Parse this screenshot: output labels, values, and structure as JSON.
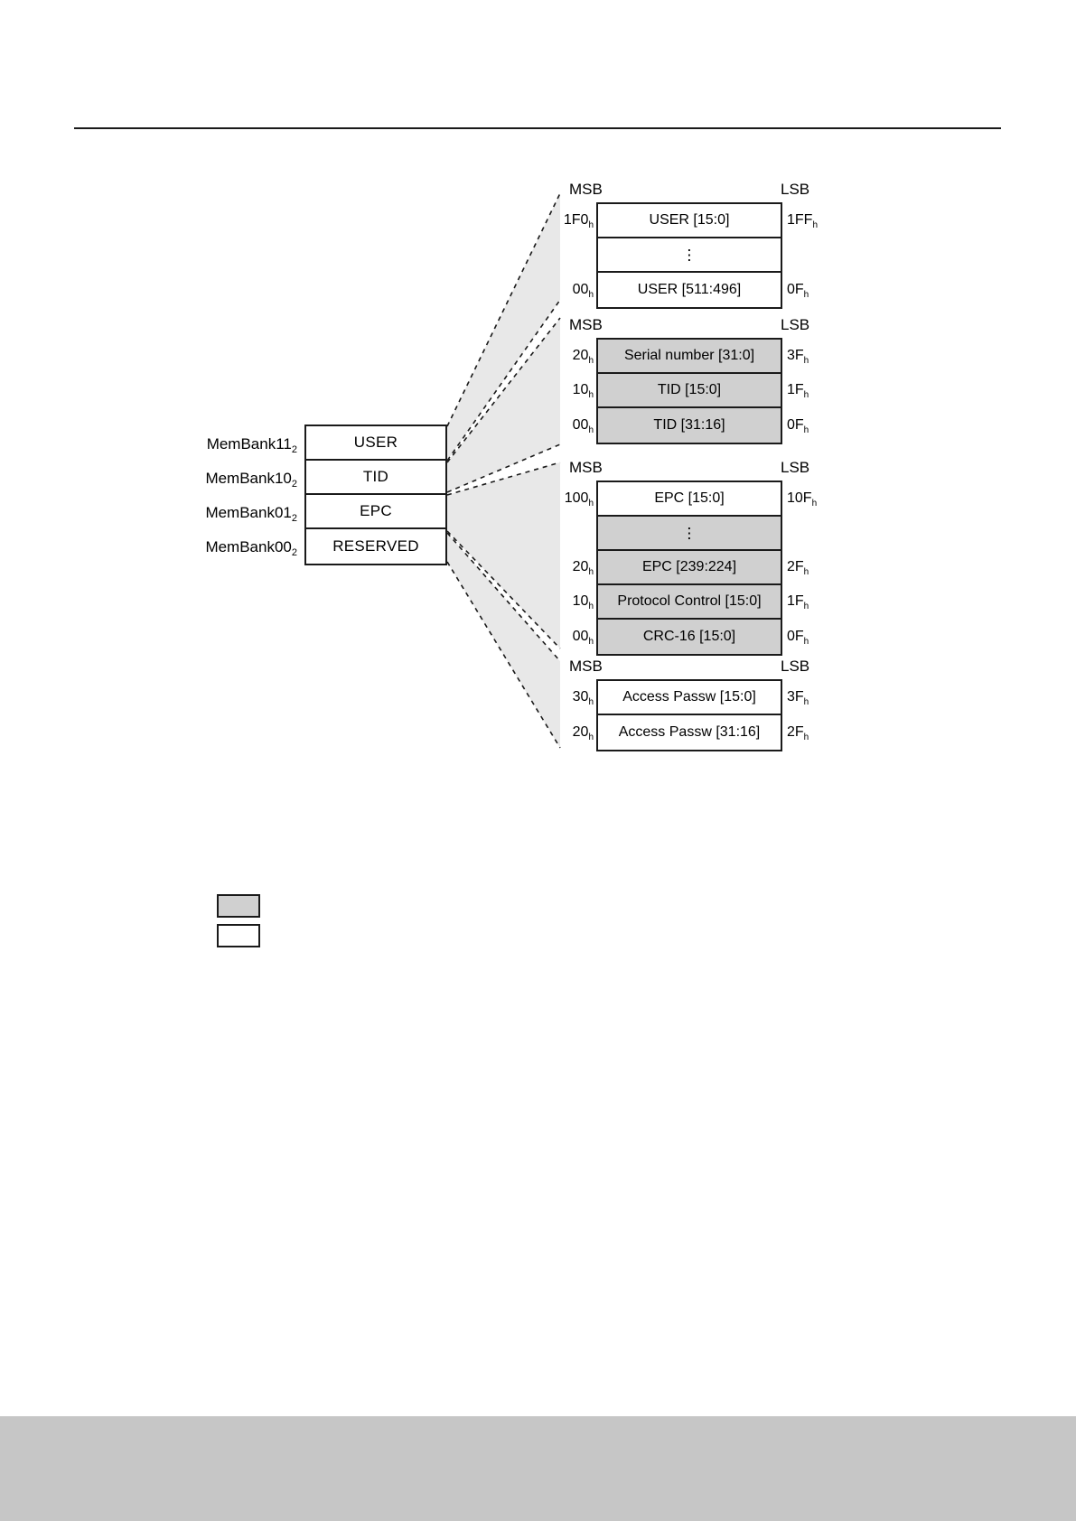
{
  "page": {
    "background_color": "#ffffff",
    "rule_color": "#1a1a1a",
    "footer_band_color": "#c6c6c6"
  },
  "legend": {
    "shaded_color": "#d0d0d0",
    "plain_color": "#ffffff",
    "swatches": [
      {
        "name": "shaded-swatch",
        "label": ""
      },
      {
        "name": "plain-swatch",
        "label": ""
      }
    ]
  },
  "membank": {
    "rows": [
      {
        "label": "MemBank11",
        "sub": "2",
        "name": "USER"
      },
      {
        "label": "MemBank10",
        "sub": "2",
        "name": "TID"
      },
      {
        "label": "MemBank01",
        "sub": "2",
        "name": "EPC"
      },
      {
        "label": "MemBank00",
        "sub": "2",
        "name": "RESERVED"
      }
    ]
  },
  "details": {
    "user": {
      "msb": "MSB",
      "lsb": "LSB",
      "rows": [
        {
          "left": "1F0",
          "left_sub": "h",
          "text": "USER [15:0]",
          "right": "1FF",
          "right_sub": "h",
          "shaded": false,
          "ellipsis": false
        },
        {
          "left": "",
          "left_sub": "",
          "text": "",
          "right": "",
          "right_sub": "",
          "shaded": false,
          "ellipsis": true
        },
        {
          "left": "00",
          "left_sub": "h",
          "text": "USER [511:496]",
          "right": "0F",
          "right_sub": "h",
          "shaded": false,
          "ellipsis": false
        }
      ]
    },
    "tid": {
      "msb": "MSB",
      "lsb": "LSB",
      "rows": [
        {
          "left": "20",
          "left_sub": "h",
          "text": "Serial number [31:0]",
          "right": "3F",
          "right_sub": "h",
          "shaded": true,
          "ellipsis": false
        },
        {
          "left": "10",
          "left_sub": "h",
          "text": "TID [15:0]",
          "right": "1F",
          "right_sub": "h",
          "shaded": true,
          "ellipsis": false
        },
        {
          "left": "00",
          "left_sub": "h",
          "text": "TID [31:16]",
          "right": "0F",
          "right_sub": "h",
          "shaded": true,
          "ellipsis": false
        }
      ]
    },
    "epc": {
      "msb": "MSB",
      "lsb": "LSB",
      "rows": [
        {
          "left": "100",
          "left_sub": "h",
          "text": "EPC [15:0]",
          "right": "10F",
          "right_sub": "h",
          "shaded": false,
          "ellipsis": false
        },
        {
          "left": "",
          "left_sub": "",
          "text": "",
          "right": "",
          "right_sub": "",
          "shaded": true,
          "ellipsis": true
        },
        {
          "left": "20",
          "left_sub": "h",
          "text": "EPC [239:224]",
          "right": "2F",
          "right_sub": "h",
          "shaded": true,
          "ellipsis": false
        },
        {
          "left": "10",
          "left_sub": "h",
          "text": "Protocol Control [15:0]",
          "right": "1F",
          "right_sub": "h",
          "shaded": true,
          "ellipsis": false
        },
        {
          "left": "00",
          "left_sub": "h",
          "text": "CRC-16 [15:0]",
          "right": "0F",
          "right_sub": "h",
          "shaded": true,
          "ellipsis": false
        }
      ]
    },
    "reserved": {
      "msb": "MSB",
      "lsb": "LSB",
      "rows": [
        {
          "left": "30",
          "left_sub": "h",
          "text": "Access Passw [15:0]",
          "right": "3F",
          "right_sub": "h",
          "shaded": false,
          "ellipsis": false
        },
        {
          "left": "20",
          "left_sub": "h",
          "text": "Access Passw [31:16]",
          "right": "2F",
          "right_sub": "h",
          "shaded": false,
          "ellipsis": false
        }
      ]
    }
  }
}
